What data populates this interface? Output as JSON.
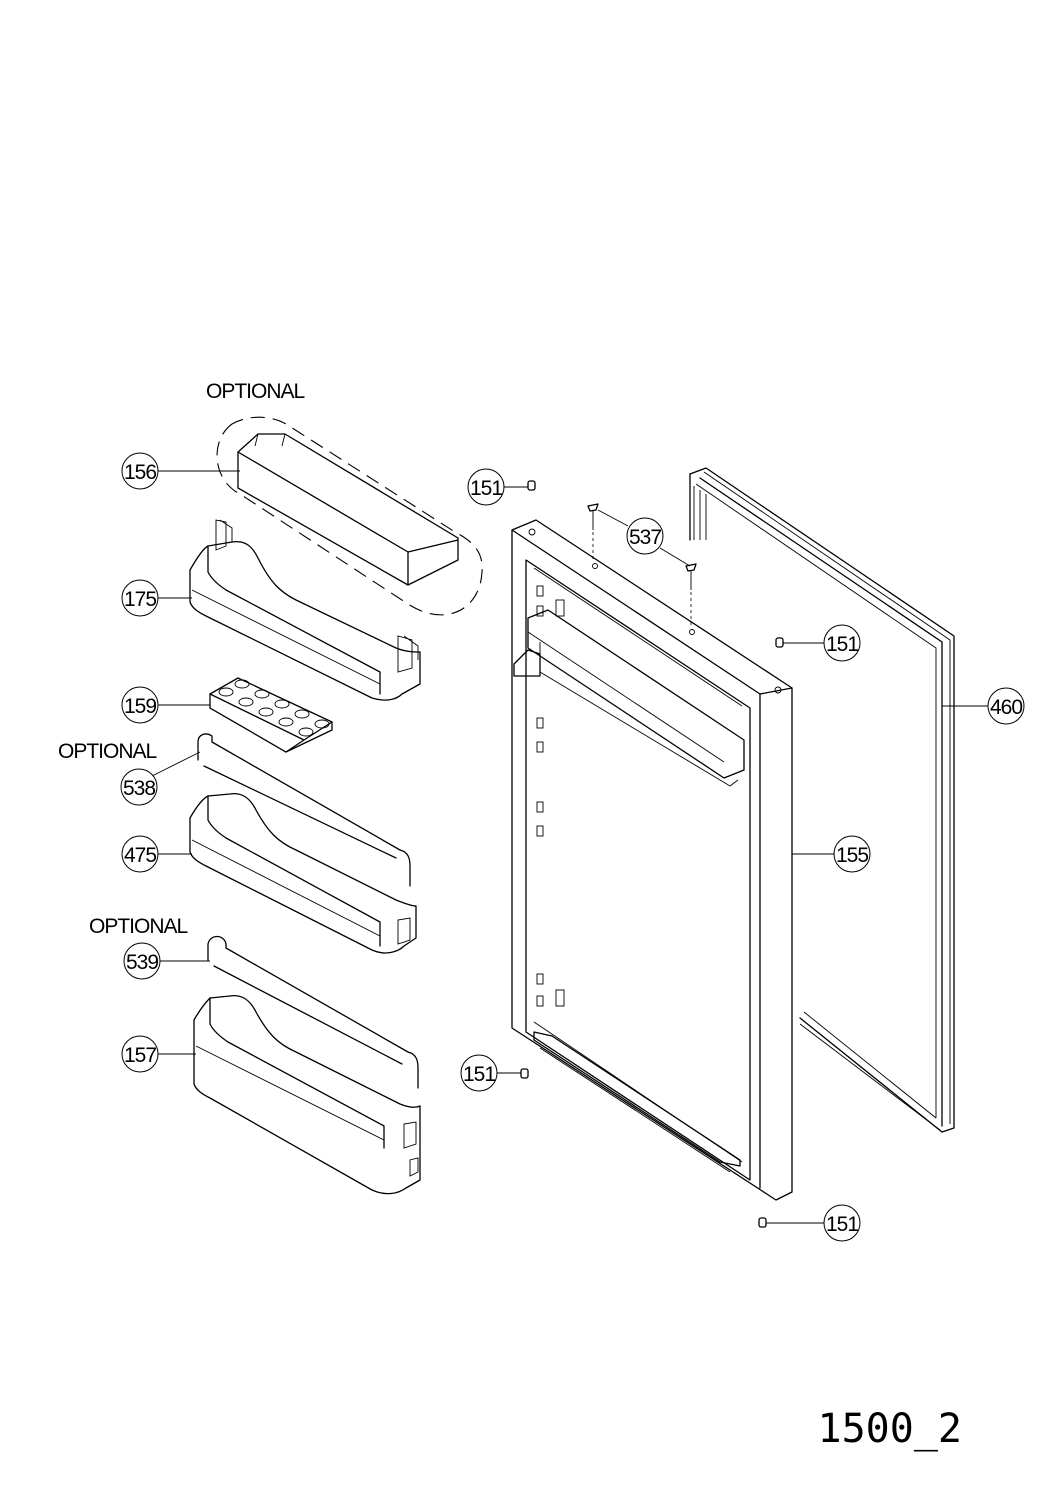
{
  "optional_labels": [
    "OPTIONAL",
    "OPTIONAL",
    "OPTIONAL"
  ],
  "part_numbers": {
    "p156": "156",
    "p175": "175",
    "p159": "159",
    "p538": "538",
    "p475": "475",
    "p539": "539",
    "p157": "157",
    "p151a": "151",
    "p151b": "151",
    "p151c": "151",
    "p151d": "151",
    "p537": "537",
    "p460": "460",
    "p155": "155"
  },
  "drawing_code": "1500_2"
}
